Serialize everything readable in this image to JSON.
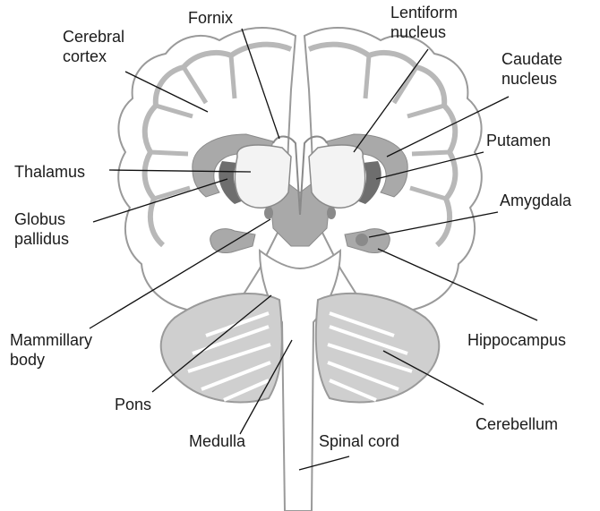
{
  "labels": {
    "fornix": "Fornix",
    "lentiform_nucleus": [
      "Lentiform",
      "nucleus"
    ],
    "cerebral_cortex": [
      "Cerebral",
      "cortex"
    ],
    "caudate_nucleus": [
      "Caudate",
      "nucleus"
    ],
    "putamen": "Putamen",
    "thalamus": "Thalamus",
    "amygdala": "Amygdala",
    "globus_pallidus": [
      "Globus",
      "pallidus"
    ],
    "mammillary_body": [
      "Mammillary",
      "body"
    ],
    "hippocampus": "Hippocampus",
    "pons": "Pons",
    "cerebellum": "Cerebellum",
    "medulla": "Medulla",
    "spinal_cord": "Spinal cord"
  },
  "colors": {
    "outline": "#9a9a9a",
    "cortex_fill": "#ffffff",
    "deep_nuclei": "#a9a9a9",
    "thalamus": "#f3f3f3",
    "cerebellum": "#cfcfcf",
    "leader_line": "#111111",
    "text": "#1b1b1b"
  }
}
